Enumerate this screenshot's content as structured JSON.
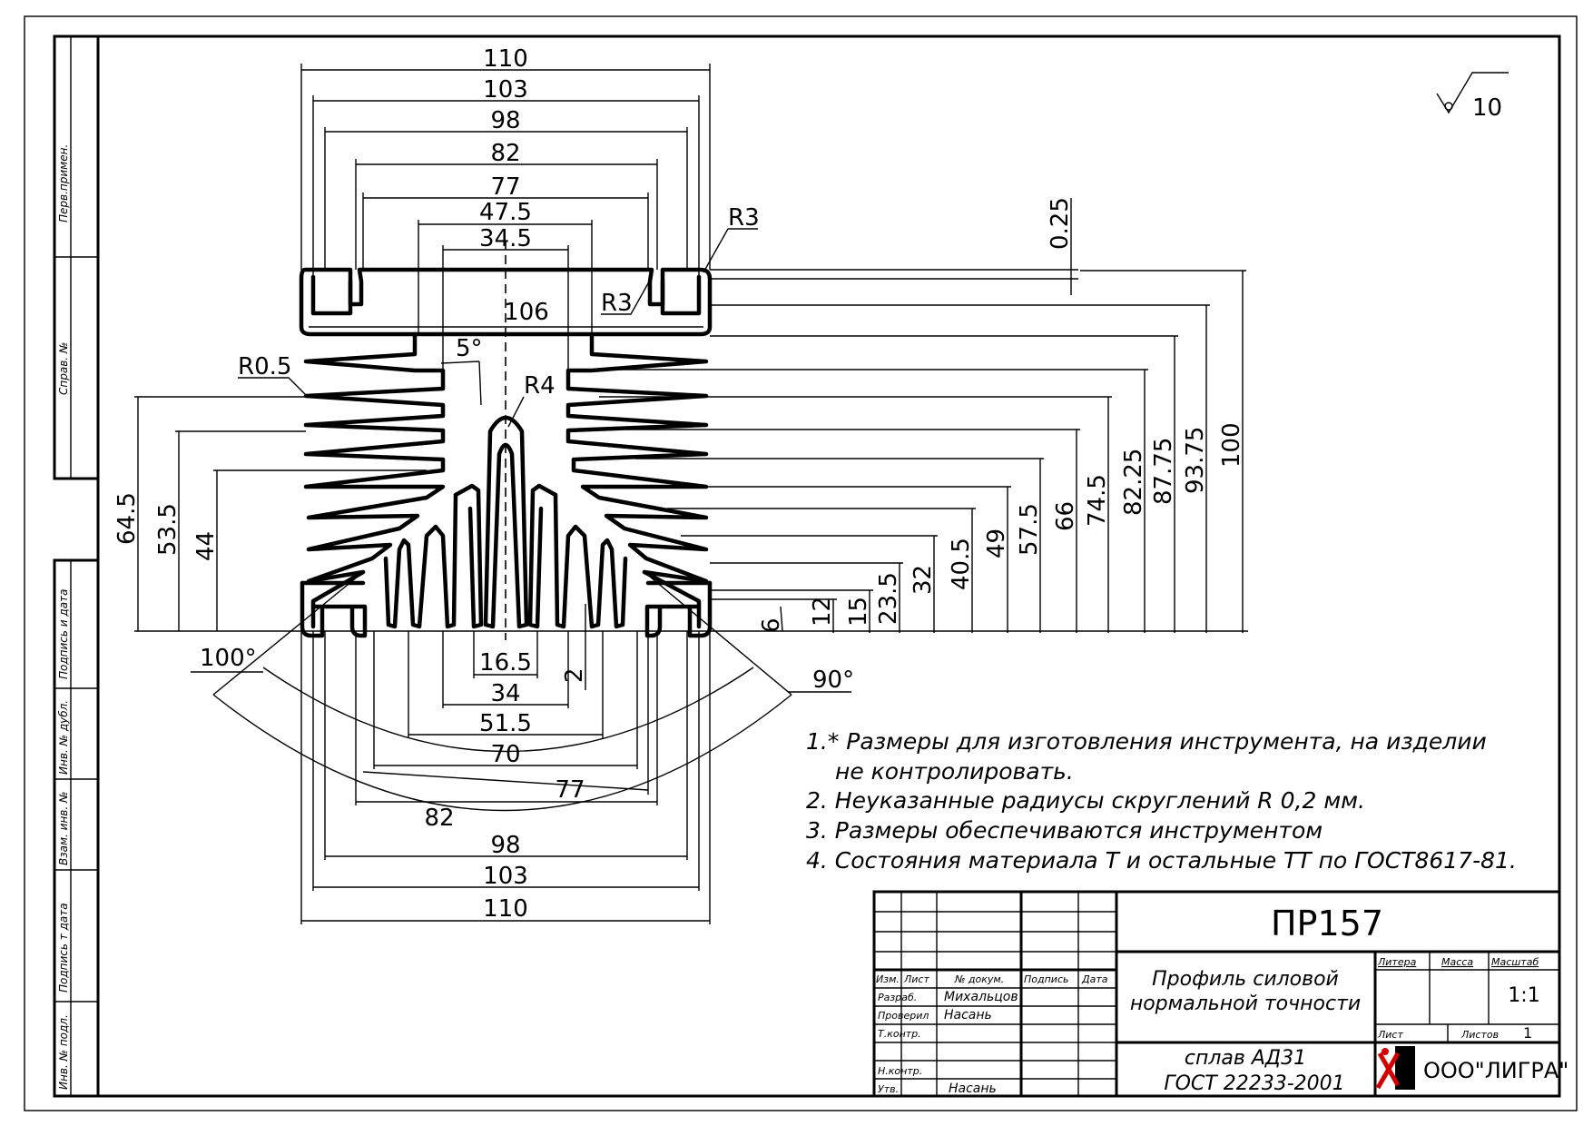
{
  "roughness": {
    "symbol_value": "10"
  },
  "dimensions": {
    "top": [
      "110",
      "103",
      "98",
      "82",
      "77",
      "47.5",
      "34.5",
      "106"
    ],
    "bottom": [
      "16.5",
      "34",
      "51.5",
      "70",
      "77",
      "82",
      "98",
      "103",
      "110"
    ],
    "left_heights": [
      "64.5",
      "53.5",
      "44"
    ],
    "right_heights": [
      "6",
      "12",
      "15",
      "23.5",
      "32",
      "40.5",
      "49",
      "57.5",
      "66",
      "74.5",
      "82.25",
      "87.75",
      "93.75",
      "100"
    ],
    "gap": "0.25",
    "small": "2",
    "radii": {
      "r3_top": "R3",
      "r3_inner": "R3",
      "r05": "R0.5",
      "r4": "R4"
    },
    "angles": {
      "five": "5°",
      "hundred": "100°",
      "ninety": "90°"
    }
  },
  "notes": [
    "1.* Размеры для изготовления инструмента, на изделии",
    "не контролировать.",
    "2. Неуказанные радиусы скруглений R 0,2 мм.",
    "3. Размеры обеспечиваются инструментом",
    "4. Состояния материала Т и остальные ТТ по ГОСТ8617-81."
  ],
  "side_labels": [
    "Перв.примен.",
    "Справ. №",
    "Подпись и дата",
    "Инв. № дубл.",
    "Взам. инв. №",
    "Подпись т дата",
    "Инв. № подл."
  ],
  "title_block": {
    "designation": "ПР157",
    "name_line1": "Профиль силовой",
    "name_line2": "нормальной точности",
    "material_line1": "сплав АД31",
    "material_line2": "ГОСТ 22233-2001",
    "company": "ООО\"ЛИГРА\"",
    "headers": {
      "izm": "Изм.",
      "list": "Лист",
      "doc": "№ докум.",
      "sign": "Подпись",
      "date": "Дата"
    },
    "roles": {
      "razrab": "Разраб.",
      "prover": "Проверил",
      "tkontr": "Т.контр.",
      "nkontr": "Н.контр.",
      "utv": "Утв."
    },
    "names": {
      "razrab": "Михальцов",
      "prover": "Насань",
      "utv": "Насань"
    },
    "col_labels": {
      "litera": "Литера",
      "massa": "Масса",
      "masshtab": "Масштаб"
    },
    "scale": "1:1",
    "sheet_label": "Лист",
    "sheets_label": "Листов",
    "sheets_value": "1"
  }
}
